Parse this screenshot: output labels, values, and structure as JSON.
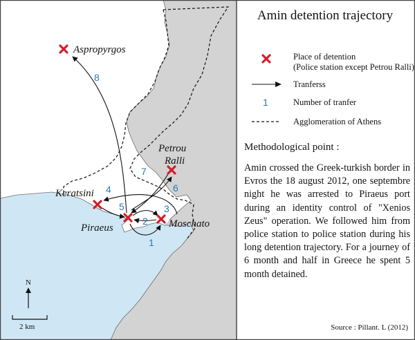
{
  "title": "Amin detention trajectory",
  "legend": {
    "detention_label_1": "Place of detention",
    "detention_label_2": "(Police station except Petrou Ralli)",
    "transfer_label": "Tranferss",
    "transfer_number_symbol": "1",
    "transfer_number_label": "Number of tranfer",
    "agglomeration_label": "Agglomeration of Athens"
  },
  "methodology": {
    "heading": "Methodological point :",
    "body": "Amin crossed the Greek-turkish border in Evros the 18 august 2012, one septembre night he was arrested to Piraeus port during an identity control of \"Xenios Zeus\" operation. We followed him from police station to police station during his long detention trajectory. For a journey of 6 month and half in Greece he spent 5 month detained."
  },
  "source": "Source : Pillant. L (2012)",
  "places": [
    {
      "name": "Aspropyrgos"
    },
    {
      "name": "Petrou Ralli",
      "line1": "Petrou",
      "line2": "Ralli"
    },
    {
      "name": "Keratsini"
    },
    {
      "name": "Piraeus"
    },
    {
      "name": "Moschato"
    }
  ],
  "transfers": [
    {
      "number": "1",
      "from": "Piraeus",
      "to": "Moschato"
    },
    {
      "number": "2",
      "from": "Moschato",
      "to": "Piraeus"
    },
    {
      "number": "3",
      "from": "Piraeus",
      "to": "Moschato"
    },
    {
      "number": "4",
      "from": "Moschato",
      "to": "Keratsini"
    },
    {
      "number": "5",
      "from": "Keratsini",
      "to": "Piraeus"
    },
    {
      "number": "6",
      "from": "Piraeus",
      "to": "Petrou Ralli"
    },
    {
      "number": "7",
      "from": "Petrou Ralli",
      "to": "Piraeus"
    },
    {
      "number": "8",
      "from": "Piraeus",
      "to": "Aspropyrgos"
    }
  ],
  "north_label": "N",
  "scale_label": "2 km",
  "colors": {
    "sea": "#cfe7f5",
    "land": "#d3d3d3",
    "detention_cross": "#d21f2b",
    "transfer_number": "#2a78b5"
  }
}
